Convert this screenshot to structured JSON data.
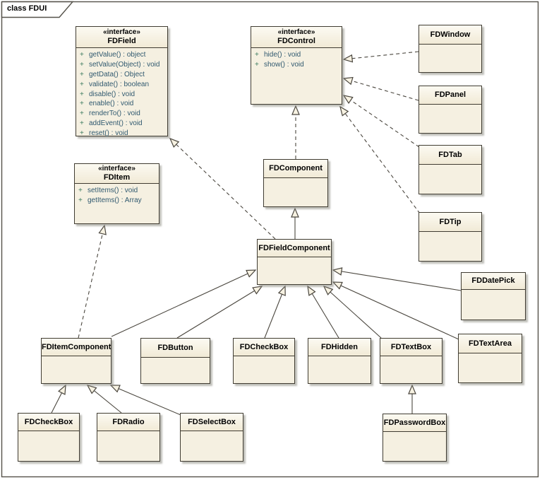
{
  "frame": {
    "title": "class FDUI"
  },
  "colors": {
    "background": "#ffffff",
    "box_fill": "#f5f0e1",
    "box_border": "#403c32",
    "title_gradient_top": "#fcfaf2",
    "title_gradient_bottom": "#f1ead6",
    "method_text": "#30596f",
    "visibility_sign": "#3b7a5d",
    "connector": "#4a463e"
  },
  "classes": [
    {
      "name": "FDField",
      "stereotype": "«interface»",
      "methods": [
        {
          "vis": "+",
          "sig": "getValue() : object"
        },
        {
          "vis": "+",
          "sig": "setValue(Object) : void"
        },
        {
          "vis": "+",
          "sig": "getData() : Object"
        },
        {
          "vis": "+",
          "sig": "validate() : boolean"
        },
        {
          "vis": "+",
          "sig": "disable() : void"
        },
        {
          "vis": "+",
          "sig": "enable() : void"
        },
        {
          "vis": "+",
          "sig": "renderTo() : void"
        },
        {
          "vis": "+",
          "sig": "addEvent() : void"
        },
        {
          "vis": "+",
          "sig": "reset() : void"
        }
      ]
    },
    {
      "name": "FDControl",
      "stereotype": "«interface»",
      "methods": [
        {
          "vis": "+",
          "sig": "hide() : void"
        },
        {
          "vis": "+",
          "sig": "show() : void"
        }
      ]
    },
    {
      "name": "FDItem",
      "stereotype": "«interface»",
      "methods": [
        {
          "vis": "+",
          "sig": "setItems() : void"
        },
        {
          "vis": "+",
          "sig": "getItems() : Array"
        }
      ]
    },
    {
      "name": "FDComponent"
    },
    {
      "name": "FDFieldComponent"
    },
    {
      "name": "FDWindow"
    },
    {
      "name": "FDPanel"
    },
    {
      "name": "FDTab"
    },
    {
      "name": "FDTip"
    },
    {
      "name": "FDDatePick"
    },
    {
      "name": "FDTextArea"
    },
    {
      "name": "FDItemComponent"
    },
    {
      "name": "FDButton"
    },
    {
      "name": "FDCheckBox"
    },
    {
      "name": "FDHidden"
    },
    {
      "name": "FDTextBox"
    },
    {
      "name": "FDCheckBox"
    },
    {
      "name": "FDRadio"
    },
    {
      "name": "FDSelectBox"
    },
    {
      "name": "FDPasswordBox"
    }
  ],
  "connections": [
    {
      "from": "FDComponent",
      "to": "FDControl",
      "type": "realization"
    },
    {
      "from": "FDWindow",
      "to": "FDControl",
      "type": "realization"
    },
    {
      "from": "FDPanel",
      "to": "FDControl",
      "type": "realization"
    },
    {
      "from": "FDTab",
      "to": "FDControl",
      "type": "realization"
    },
    {
      "from": "FDTip",
      "to": "FDControl",
      "type": "realization"
    },
    {
      "from": "FDFieldComponent",
      "to": "FDField",
      "type": "realization"
    },
    {
      "from": "FDItemComponent",
      "to": "FDItem",
      "type": "realization"
    },
    {
      "from": "FDFieldComponent",
      "to": "FDComponent",
      "type": "generalization"
    },
    {
      "from": "FDItemComponent",
      "to": "FDFieldComponent",
      "type": "generalization"
    },
    {
      "from": "FDButton",
      "to": "FDFieldComponent",
      "type": "generalization"
    },
    {
      "from": "FDCheckBox",
      "to": "FDFieldComponent",
      "type": "generalization"
    },
    {
      "from": "FDHidden",
      "to": "FDFieldComponent",
      "type": "generalization"
    },
    {
      "from": "FDTextBox",
      "to": "FDFieldComponent",
      "type": "generalization"
    },
    {
      "from": "FDDatePick",
      "to": "FDFieldComponent",
      "type": "generalization"
    },
    {
      "from": "FDTextArea",
      "to": "FDFieldComponent",
      "type": "generalization"
    },
    {
      "from": "FDCheckBox",
      "to": "FDItemComponent",
      "type": "generalization"
    },
    {
      "from": "FDRadio",
      "to": "FDItemComponent",
      "type": "generalization"
    },
    {
      "from": "FDSelectBox",
      "to": "FDItemComponent",
      "type": "generalization"
    },
    {
      "from": "FDPasswordBox",
      "to": "FDTextBox",
      "type": "generalization"
    }
  ]
}
